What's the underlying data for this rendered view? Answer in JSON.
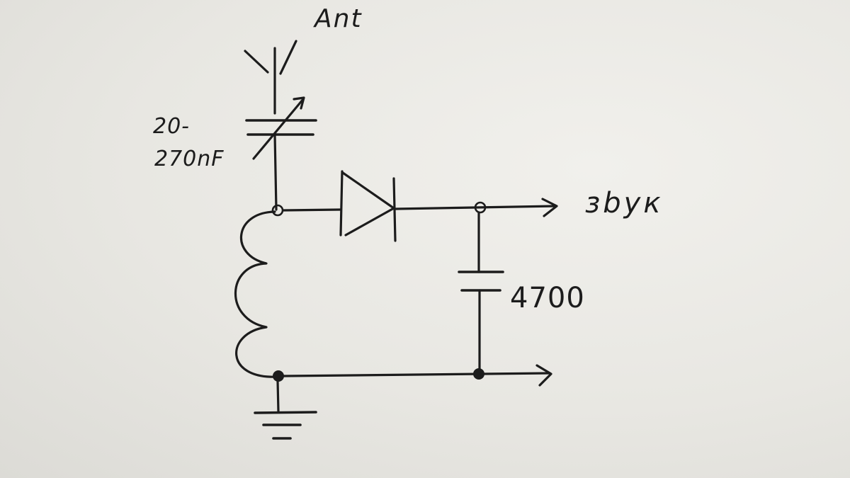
{
  "labels": {
    "antenna": "Ant",
    "variable_capacitor_min": "20-",
    "variable_capacitor_max": "270nF",
    "output": "зbук",
    "capacitor_value": "4700"
  }
}
